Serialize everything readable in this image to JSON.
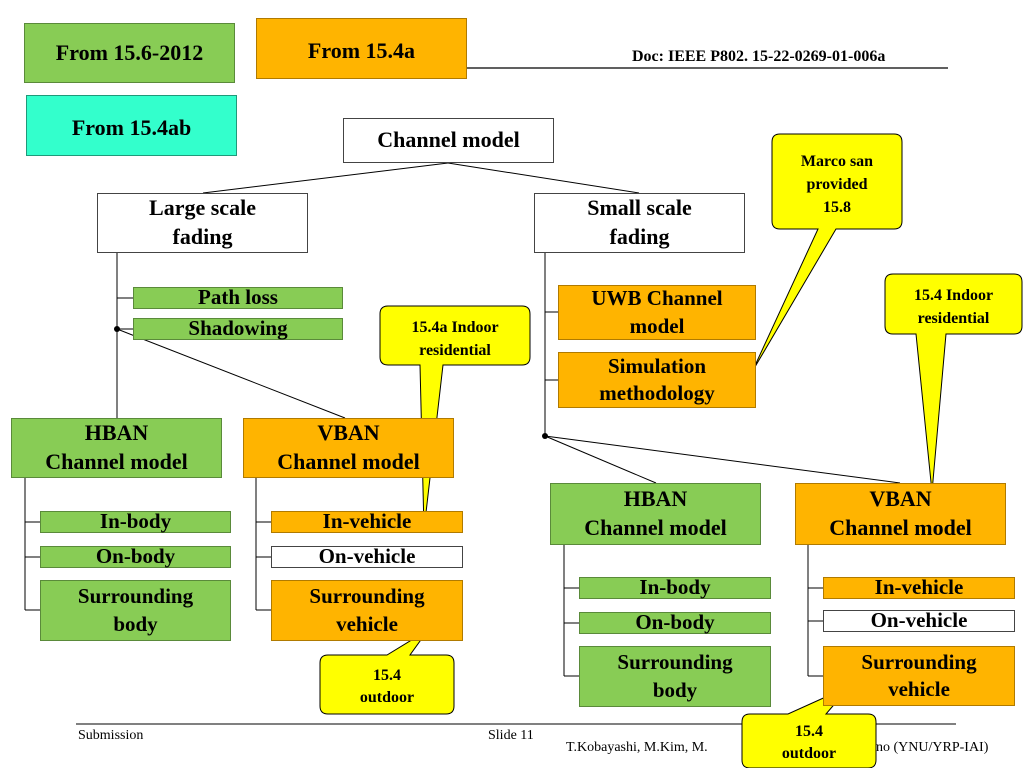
{
  "source_boxes": {
    "from_15_6": "From 15.6-2012",
    "from_15_4a": "From 15.4a",
    "from_15_4ab": "From 15.4ab"
  },
  "doc_header": "Doc: IEEE P802. 15-22-0269-01-006a",
  "root": "Channel model",
  "large_scale": {
    "title_1": "Large scale",
    "title_2": "fading",
    "items": [
      "Path loss",
      "Shadowing"
    ]
  },
  "small_scale": {
    "title_1": "Small scale",
    "title_2": "fading",
    "uwb_1": "UWB Channel",
    "uwb_2": "model",
    "sim_1": "Simulation",
    "sim_2": "methodology"
  },
  "left_hban": {
    "title_1": "HBAN",
    "title_2": "Channel model",
    "items": [
      "In-body",
      "On-body"
    ],
    "surround_1": "Surrounding",
    "surround_2": "body"
  },
  "left_vban": {
    "title_1": "VBAN",
    "title_2": "Channel model",
    "items": [
      "In-vehicle",
      "On-vehicle"
    ],
    "surround_1": "Surrounding",
    "surround_2": "vehicle"
  },
  "right_hban": {
    "title_1": "HBAN",
    "title_2": "Channel model",
    "items": [
      "In-body",
      "On-body"
    ],
    "surround_1": "Surrounding",
    "surround_2": "body"
  },
  "right_vban": {
    "title_1": "VBAN",
    "title_2": "Channel model",
    "items": [
      "In-vehicle",
      "On-vehicle"
    ],
    "surround_1": "Surrounding",
    "surround_2": "vehicle"
  },
  "callouts": {
    "marco_1": "Marco san",
    "marco_2": "provided",
    "marco_3": "15.8",
    "indoor_4a_1": "15.4a Indoor",
    "indoor_4a_2": "residential",
    "indoor_15_4_1": "15.4 Indoor",
    "indoor_15_4_2": "residential",
    "outdoor_left_1": "15.4",
    "outdoor_left_2": "outdoor",
    "outdoor_right_1": "15.4",
    "outdoor_right_2": "outdoor"
  },
  "footer": {
    "submission": "Submission",
    "slide": "Slide 11",
    "authors": "T.Kobayashi, M.Kim, M.",
    "authors_tail": "no (YNU/YRP-IAI)"
  },
  "colors": {
    "green": "#88cc55",
    "orange": "#ffb400",
    "cyan": "#33ffcc",
    "callout_yellow": "#ffff00"
  }
}
